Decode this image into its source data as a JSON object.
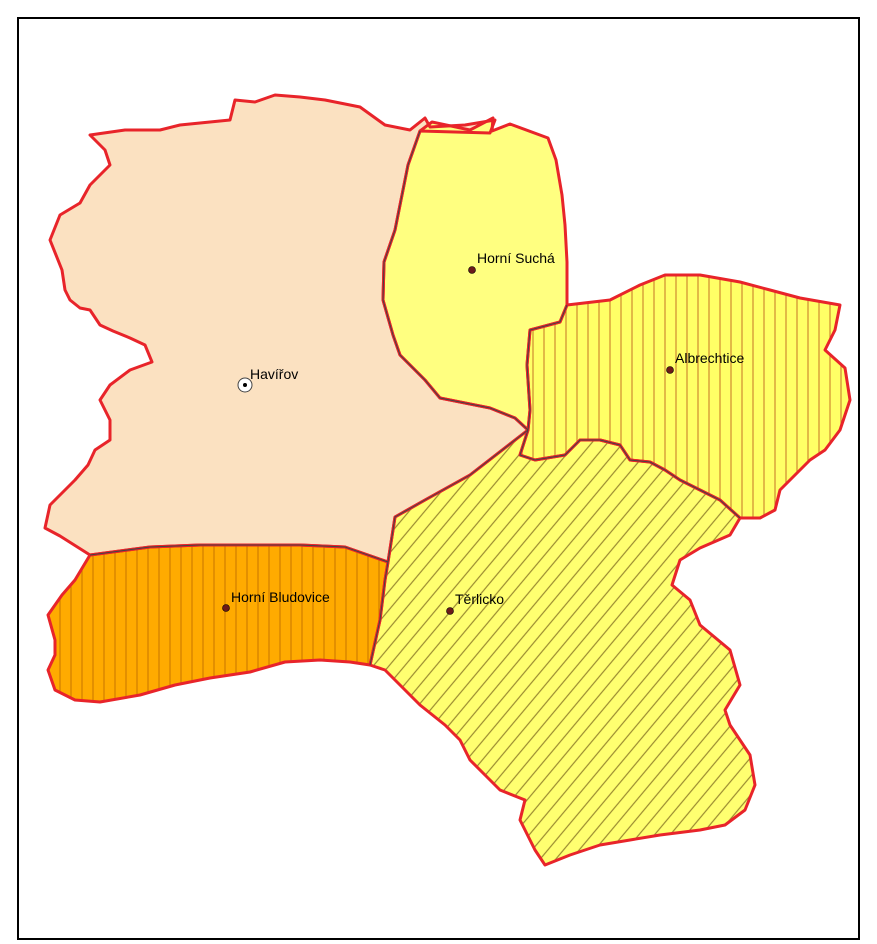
{
  "map": {
    "colors": {
      "border": "#e8242a",
      "inner_border": "#555555",
      "havirov": "#fbe1c1",
      "horni_sucha": "#ffff80",
      "albrechtice_bg": "#ffff66",
      "albrechtice_stripe": "#d08a30",
      "terlicko_bg": "#ffff70",
      "terlicko_stripe": "#9a8a30",
      "horni_bludovice_bg": "#ffab00",
      "horni_bludovice_stripe": "#cc7a00",
      "point": "#6b1a1a"
    },
    "places": [
      {
        "id": "havirov",
        "name": "Havířov",
        "symbol": "city-center-icon"
      },
      {
        "id": "horni_sucha",
        "name": "Horní Suchá",
        "symbol": "town-dot-icon"
      },
      {
        "id": "albrechtice",
        "name": "Albrechtice",
        "symbol": "town-dot-icon"
      },
      {
        "id": "terlicko",
        "name": "Těrlicko",
        "symbol": "town-dot-icon"
      },
      {
        "id": "horni_bludovice",
        "name": "Horní Bludovice",
        "symbol": "town-dot-icon"
      }
    ]
  }
}
